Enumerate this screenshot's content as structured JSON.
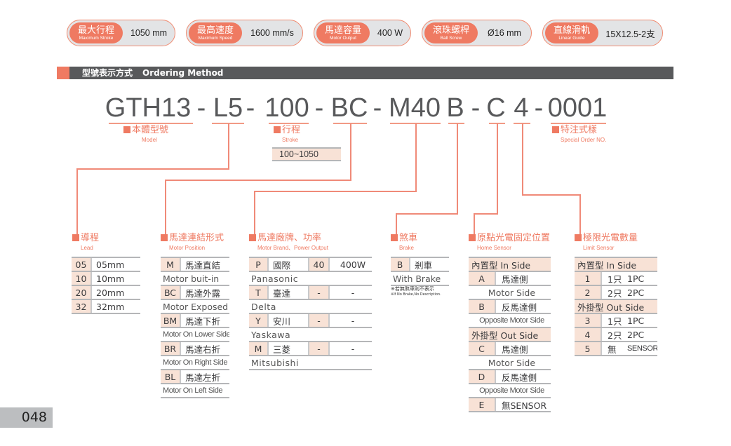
{
  "specs": [
    {
      "zh": "最大行程",
      "en": "Maximum Stroke",
      "value": "1050 mm"
    },
    {
      "zh": "最高速度",
      "en": "Maximum Speed",
      "value": "1600 mm/s"
    },
    {
      "zh": "馬達容量",
      "en": "Motor Output",
      "value": "400 W"
    },
    {
      "zh": "滾珠螺桿",
      "en": "Ball Screw",
      "value": "Ø16 mm"
    },
    {
      "zh": "直線滑軌",
      "en": "Linear Guide",
      "value": "15X12.5-2支"
    }
  ],
  "header": {
    "zh": "型號表示方式",
    "en": "Ordering Method"
  },
  "code": [
    "GTH13",
    "-",
    "L5",
    "-",
    "100",
    "-",
    "BC",
    "-",
    "M40",
    "B",
    "-",
    "C",
    "4",
    "-",
    "0001"
  ],
  "labels": {
    "model": {
      "zh": "本體型號",
      "en": "Model"
    },
    "stroke": {
      "zh": "行程",
      "en": "Stroke",
      "range": "100~1050"
    },
    "special": {
      "zh": "特注式樣",
      "en": "Special Order NO."
    }
  },
  "lead": {
    "zh": "導程",
    "en": "Lead",
    "rows": [
      [
        "05",
        "05mm"
      ],
      [
        "10",
        "10mm"
      ],
      [
        "20",
        "20mm"
      ],
      [
        "32",
        "32mm"
      ]
    ]
  },
  "motor_position": {
    "zh": "馬達連結形式",
    "en": "Motor Position",
    "rows": [
      {
        "code": "M",
        "zh": "馬達直結",
        "en": "Motor buit-in"
      },
      {
        "code": "BC",
        "zh": "馬達外露",
        "en": "Motor Exposed"
      },
      {
        "code": "BM",
        "zh": "馬達下折",
        "en": "Motor On Lower Side"
      },
      {
        "code": "BR",
        "zh": "馬達右折",
        "en": "Motor On Right Side"
      },
      {
        "code": "BL",
        "zh": "馬達左折",
        "en": "Motor On Left Side"
      }
    ]
  },
  "brand": {
    "zh": "馬達廠牌、功率",
    "en": "Motor Brand、Power Output",
    "rows": [
      {
        "code": "P",
        "zh": "國際",
        "pcode": "40",
        "power": "400W",
        "en": "Panasonic"
      },
      {
        "code": "T",
        "zh": "臺達",
        "pcode": "-",
        "power": "-",
        "en": "Delta"
      },
      {
        "code": "Y",
        "zh": "安川",
        "pcode": "-",
        "power": "-",
        "en": "Yaskawa"
      },
      {
        "code": "M",
        "zh": "三菱",
        "pcode": "-",
        "power": "-",
        "en": "Mitsubishi"
      }
    ]
  },
  "brake": {
    "zh": "煞車",
    "en": "Brake",
    "code": "B",
    "item_zh": "剎車",
    "item_en": "With Brake",
    "note_zh": "※若無煞車則不表示",
    "note_en": "※If No Brake,No Description."
  },
  "home_sensor": {
    "zh": "原點光電固定位置",
    "en": "Home Sensor",
    "groups": [
      {
        "header": "內置型 In Side",
        "items": [
          {
            "code": "A",
            "zh": "馬達側",
            "en": "Motor Side"
          },
          {
            "code": "B",
            "zh": "反馬達側",
            "en": "Opposite Motor Side"
          }
        ]
      },
      {
        "header": "外掛型 Out Side",
        "items": [
          {
            "code": "C",
            "zh": "馬達側",
            "en": "Motor Side"
          },
          {
            "code": "D",
            "zh": "反馬達側",
            "en": "Opposite Motor Side"
          },
          {
            "code": "E",
            "zh": "無SENSOR"
          }
        ]
      }
    ]
  },
  "limit_sensor": {
    "zh": "極限光電數量",
    "en": "Limit Sensor",
    "groups": [
      {
        "header": "內置型 In Side",
        "items": [
          {
            "code": "1",
            "qty": "1只",
            "pc": "1PC"
          },
          {
            "code": "2",
            "qty": "2只",
            "pc": "2PC"
          }
        ]
      },
      {
        "header": "外掛型 Out Side",
        "items": [
          {
            "code": "3",
            "qty": "1只",
            "pc": "1PC"
          },
          {
            "code": "4",
            "qty": "2只",
            "pc": "2PC"
          },
          {
            "code": "5",
            "qty": "無",
            "pc": "SENSOR"
          }
        ]
      }
    ]
  },
  "page_number": "048"
}
